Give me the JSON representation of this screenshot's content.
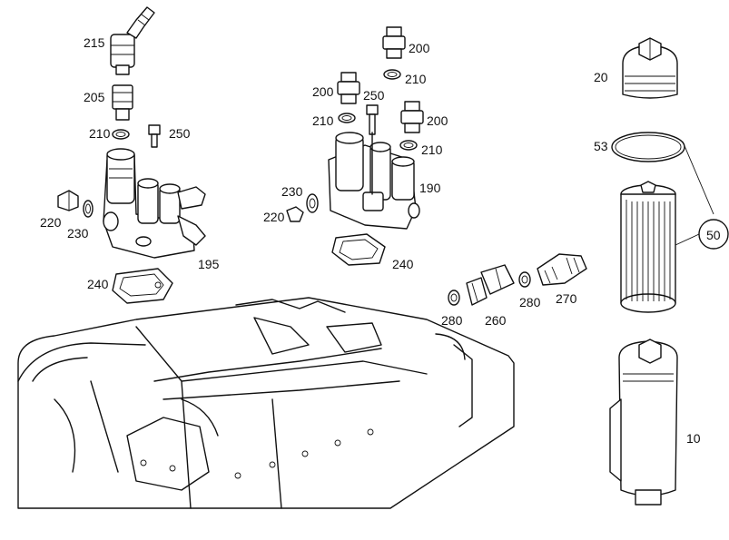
{
  "labels": {
    "l215": "215",
    "l205": "205",
    "l210a": "210",
    "l250a": "250",
    "l220a": "220",
    "l230a": "230",
    "l195": "195",
    "l240a": "240",
    "l200a": "200",
    "l210b": "210",
    "l200b": "200",
    "l250b": "250",
    "l210c": "210",
    "l200c": "200",
    "l210d": "210",
    "l230b": "230",
    "l220b": "220",
    "l190": "190",
    "l240b": "240",
    "l270": "270",
    "l280a": "280",
    "l280b": "280",
    "l260": "260",
    "l20": "20",
    "l53": "53",
    "l50": "50",
    "l10": "10"
  }
}
